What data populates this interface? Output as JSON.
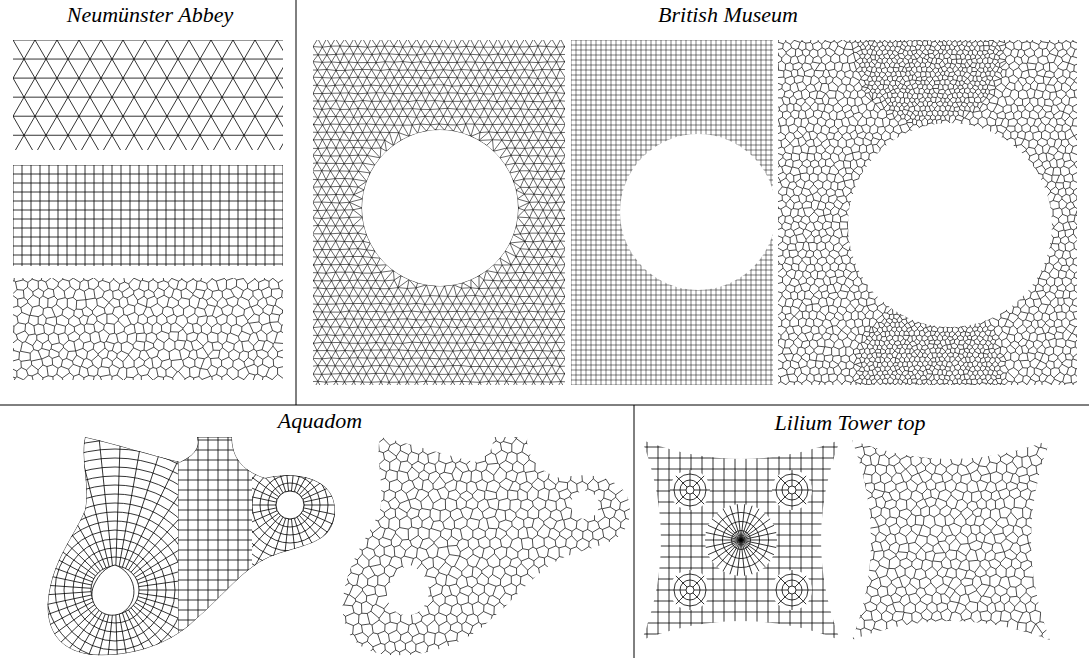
{
  "diagram": {
    "labels": [
      "Neumünster Abbey",
      "British Museum",
      "Aquadom",
      "Lilium Tower top"
    ]
  }
}
